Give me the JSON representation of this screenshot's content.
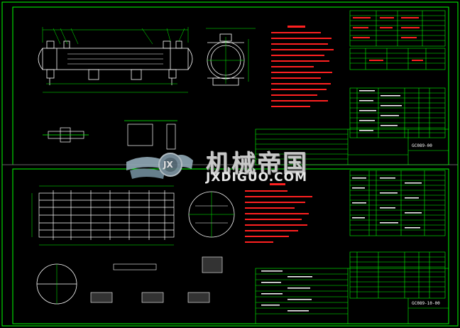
{
  "watermark": {
    "title": "机械帝国",
    "url": "JXDIGUO.COM",
    "badge": "JX"
  },
  "drawings": {
    "sheet1_code": "GC089-00",
    "sheet2_code": "GC089-10-00"
  },
  "colors": {
    "background": "#000000",
    "green": "#00ff00",
    "red": "#ff2020",
    "white": "#ffffff",
    "yellow": "#ffff00",
    "cyan": "#00ffff",
    "watermark": "#c9c9c9"
  }
}
